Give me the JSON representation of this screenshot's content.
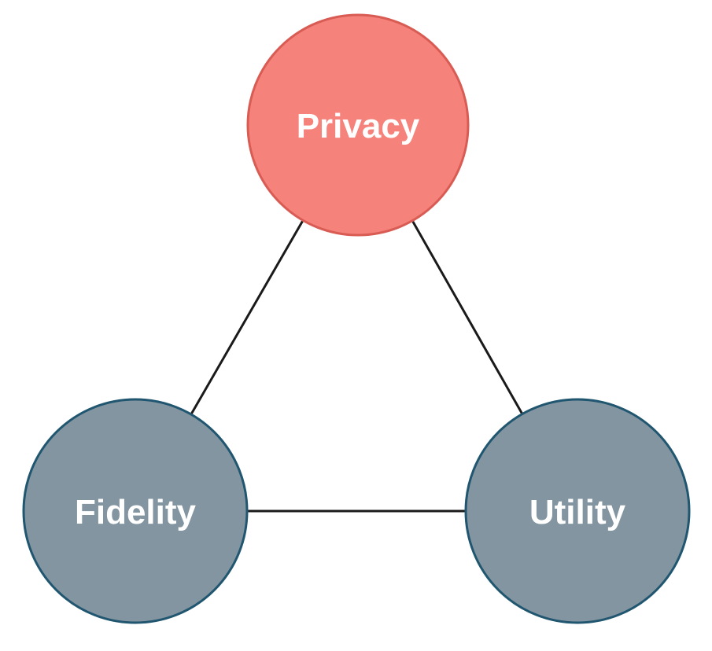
{
  "diagram": {
    "type": "triangle-relationship-diagram",
    "background_color": "#ffffff",
    "edge_color": "#1a1a1a",
    "nodes": [
      {
        "id": "privacy",
        "label": "Privacy",
        "position": "top",
        "fill_color": "#f5827b",
        "border_color": "#d95c54",
        "text_color": "#ffffff"
      },
      {
        "id": "fidelity",
        "label": "Fidelity",
        "position": "bottom-left",
        "fill_color": "#8395a1",
        "border_color": "#20566f",
        "text_color": "#ffffff"
      },
      {
        "id": "utility",
        "label": "Utility",
        "position": "bottom-right",
        "fill_color": "#8395a1",
        "border_color": "#20566f",
        "text_color": "#ffffff"
      }
    ],
    "edges": [
      {
        "from": "privacy",
        "to": "fidelity"
      },
      {
        "from": "privacy",
        "to": "utility"
      },
      {
        "from": "fidelity",
        "to": "utility"
      }
    ]
  }
}
